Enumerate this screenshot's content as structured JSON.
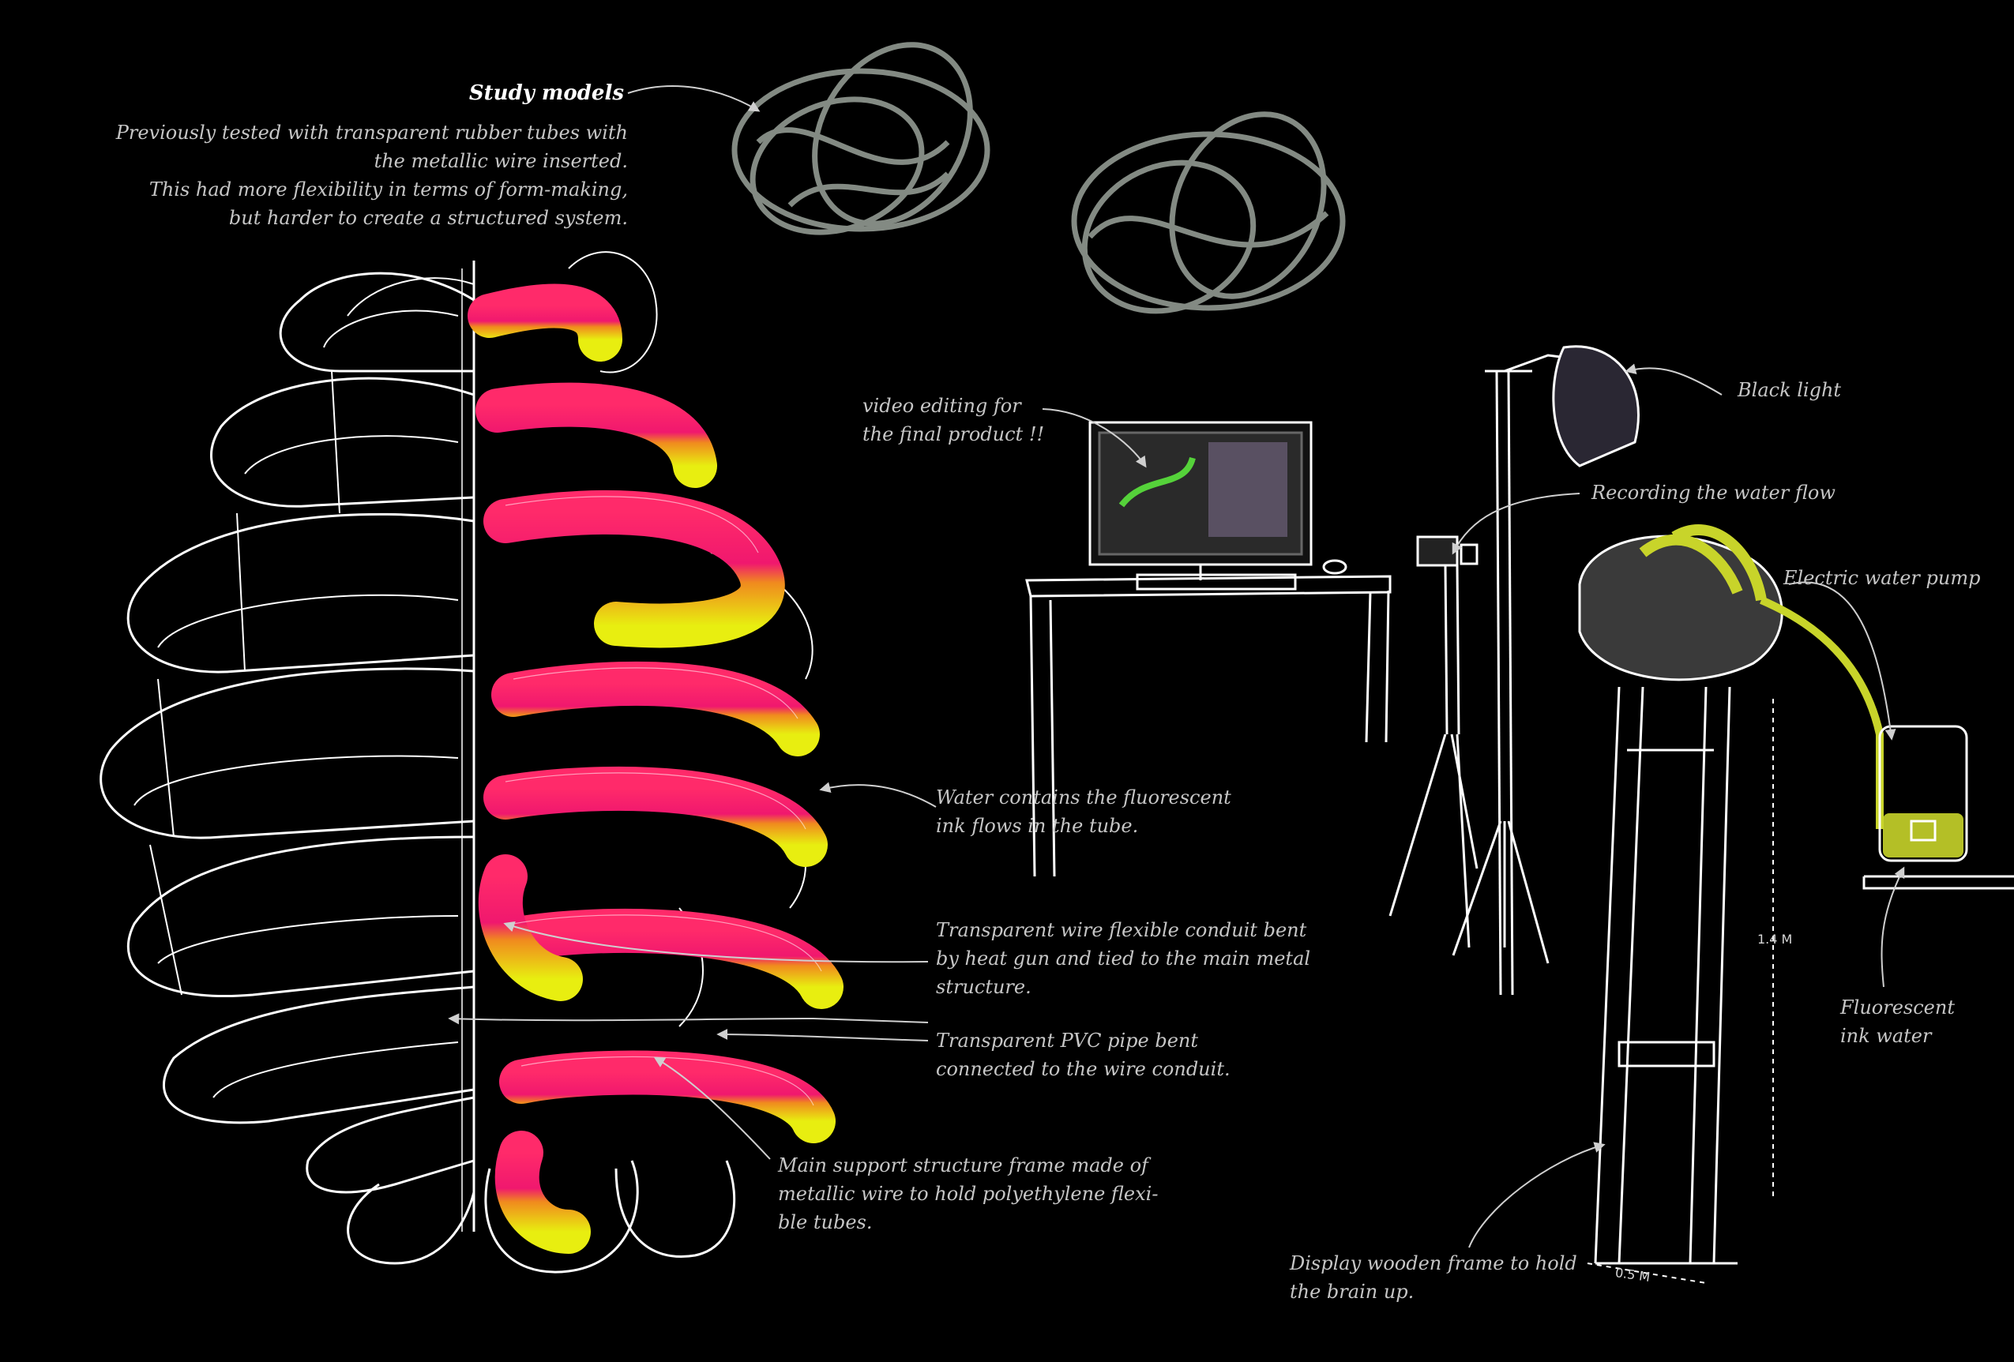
{
  "notes": {
    "study_title": "Study models",
    "study_text": "Previously  tested with transparent rubber tubes with\nthe metallic wire inserted.\nThis had more flexibility in terms of form-making,\nbut harder to create a structured system.",
    "video": "video editing for\nthe final product !!",
    "black_light": "Black light",
    "recording": "Recording the water flow",
    "pump": "Electric water pump",
    "water": "Water contains the fluorescent\nink flows in the tube.",
    "wire_conduit": "Transparent wire flexible conduit bent\nby heat gun and tied to the main metal\nstructure.",
    "pvc": "Transparent PVC pipe bent\nconnected to the wire conduit.",
    "support": "Main support structure frame made of\nmetallic wire to hold polyethylene flexi-\nble tubes.",
    "fluoro": "Fluorescent\nink water",
    "display": "Display wooden frame to hold\nthe brain up."
  },
  "dimensions": {
    "height": "1.4 M",
    "width": "0.5 M"
  },
  "colors": {
    "background": "#000000",
    "tube_top": "#ff2a7a",
    "tube_mid": "#f08a1e",
    "tube_bottom": "#e6ec10",
    "fluid": "#c8d42a",
    "line": "#ffffff"
  }
}
